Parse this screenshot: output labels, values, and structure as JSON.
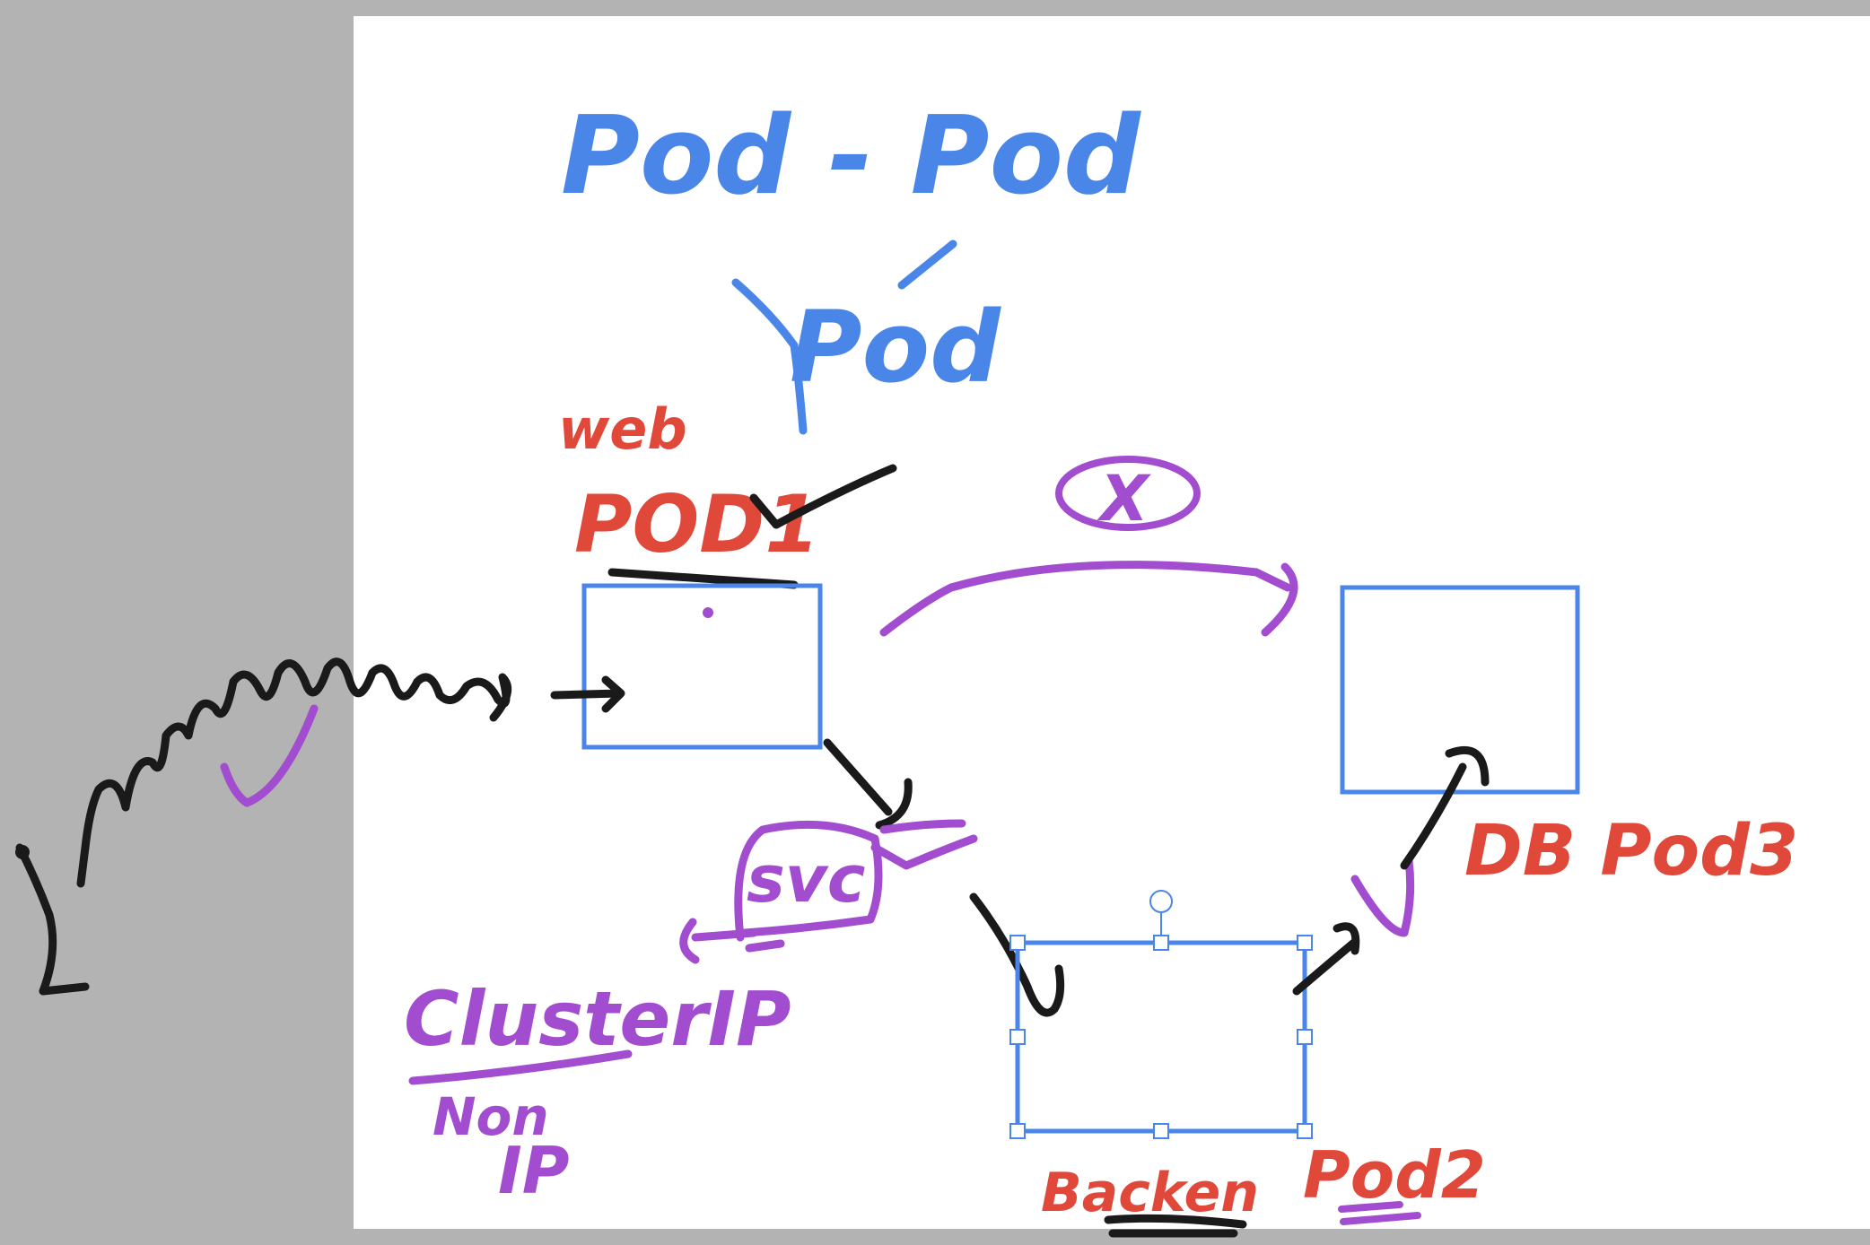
{
  "colors": {
    "canvas_background": "#b3b3b3",
    "page_background": "#ffffff",
    "blue_ink": "#4a86e8",
    "red_ink": "#e0483a",
    "purple_ink": "#a24ccf",
    "black_ink": "#1a1a1a",
    "selection": "#4a86e8"
  },
  "handwriting": {
    "title": "Pod - Pod",
    "subtitle": "Pod",
    "web_label": "web",
    "pod1_label": "POD1",
    "x_mark": "X",
    "svc_label": "svc",
    "clusterip_label": "ClusterIP",
    "non_label": "Non",
    "ip_label": "IP",
    "db_pod3_label": "DB Pod3",
    "backend_label": "Backen",
    "pod2_label": "Pod2"
  },
  "selection": {
    "selected_object": "pod2-box",
    "handles": [
      "top-left",
      "top-middle",
      "top-right",
      "middle-left",
      "middle-right",
      "bottom-left",
      "bottom-middle",
      "bottom-right",
      "rotate"
    ]
  }
}
